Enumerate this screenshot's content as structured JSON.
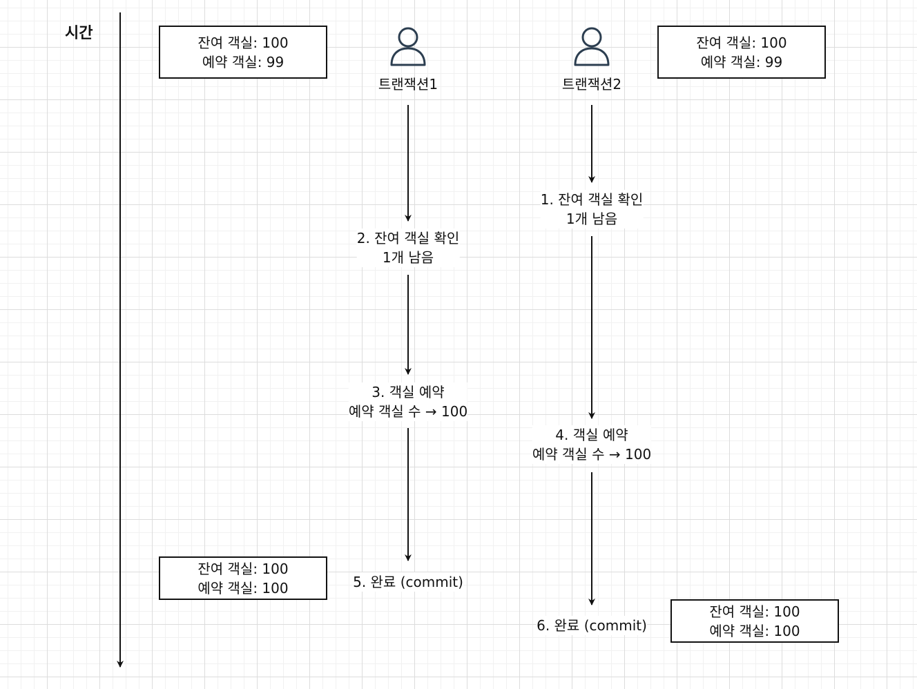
{
  "time_label": "시간",
  "actors": [
    {
      "name": "트랜잭션1"
    },
    {
      "name": "트랜잭션2"
    }
  ],
  "boxes": {
    "t1_initial": {
      "line1": "잔여 객실: 100",
      "line2": "예약 객실: 99"
    },
    "t2_initial": {
      "line1": "잔여 객실: 100",
      "line2": "예약 객실: 99"
    },
    "t1_final": {
      "line1": "잔여 객실: 100",
      "line2": "예약 객실: 100"
    },
    "t2_final": {
      "line1": "잔여 객실: 100",
      "line2": "예약 객실: 100"
    }
  },
  "steps": {
    "step1": {
      "line1": "1. 잔여 객실 확인",
      "line2": "1개 남음"
    },
    "step2": {
      "line1": "2. 잔여 객실 확인",
      "line2": "1개 남음"
    },
    "step3": {
      "line1": "3. 객실 예약",
      "line2": "예약 객실 수 → 100"
    },
    "step4": {
      "line1": "4. 객실 예약",
      "line2": "예약 객실 수 → 100"
    },
    "step5": {
      "line1": "5. 완료 (commit)"
    },
    "step6": {
      "line1": "6. 완료 (commit)"
    }
  }
}
